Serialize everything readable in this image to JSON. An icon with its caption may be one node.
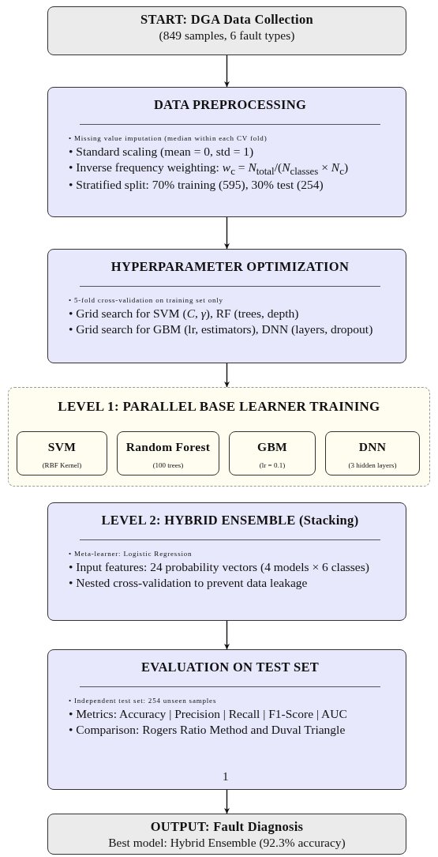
{
  "diagram": {
    "nodes": [
      {
        "text": [
          "START: DGA Data Collection",
          "(849 samples, 6 fault types)"
        ]
      },
      {
        "text": [
          "DATA PREPROCESSING",
          "• Missing value imputation (median within each CV fold)",
          "• Standard scaling (mean = 0, std = 1)",
          "• Inverse frequency weighting: *w*$_{c}$ = *N*$_{total}$/(*N*$_{classes}$ × *N*$_{c}$)",
          "• Stratified split: 70% training (595), 30% test (254)"
        ]
      },
      {
        "text": [
          "HYPERPARAMETER OPTIMIZATION",
          "• 5-fold cross-validation on training set only",
          "• Grid search for SVM (*C*, *γ*), RF (trees, depth)",
          "• Grid search for GBM (lr, estimators), DNN (layers, dropout)"
        ]
      },
      {
        "text": [
          "LEVEL 1: PARALLEL BASE LEARNER TRAINING"
        ]
      },
      {
        "text": [
          "SVM",
          "(RBF Kernel)"
        ],
        "in": 3
      },
      {
        "text": [
          "Random Forest",
          "(100 trees)"
        ],
        "in": 3
      },
      {
        "text": [
          "GBM",
          "(lr = 0.1)"
        ],
        "in": 3
      },
      {
        "text": [
          "DNN",
          "(3 hidden layers)"
        ],
        "in": 3
      },
      {
        "text": [
          "LEVEL 2: HYBRID ENSEMBLE (Stacking)",
          "• Meta-learner: Logistic Regression",
          "• Input features: 24 probability vectors (4 models × 6 classes)",
          "• Nested cross-validation to prevent data leakage"
        ]
      },
      {
        "text": [
          "EVALUATION ON TEST SET",
          "• Independent test set: 254 unseen samples",
          "• Metrics: Accuracy | Precision | Recall | F1-Score | AUC",
          "• Comparison: Rogers Ratio Method and Duval Triangle"
        ]
      },
      {
        "text": [
          "OUTPUT: Fault Diagnosis",
          "Best model: Hybrid Ensemble (92.3% accuracy)"
        ]
      }
    ],
    "edges": [
      {
        "from": 0,
        "to": 1,
        "arrow": "to"
      },
      {
        "from": 1,
        "to": 2,
        "arrow": "to"
      },
      {
        "from": 2,
        "to": 3,
        "arrow": "to"
      },
      {
        "from": 8,
        "to": 9,
        "arrow": "to"
      },
      {
        "from": 9,
        "to": 10,
        "arrow": "to"
      }
    ],
    "labels": [
      "1"
    ]
  }
}
